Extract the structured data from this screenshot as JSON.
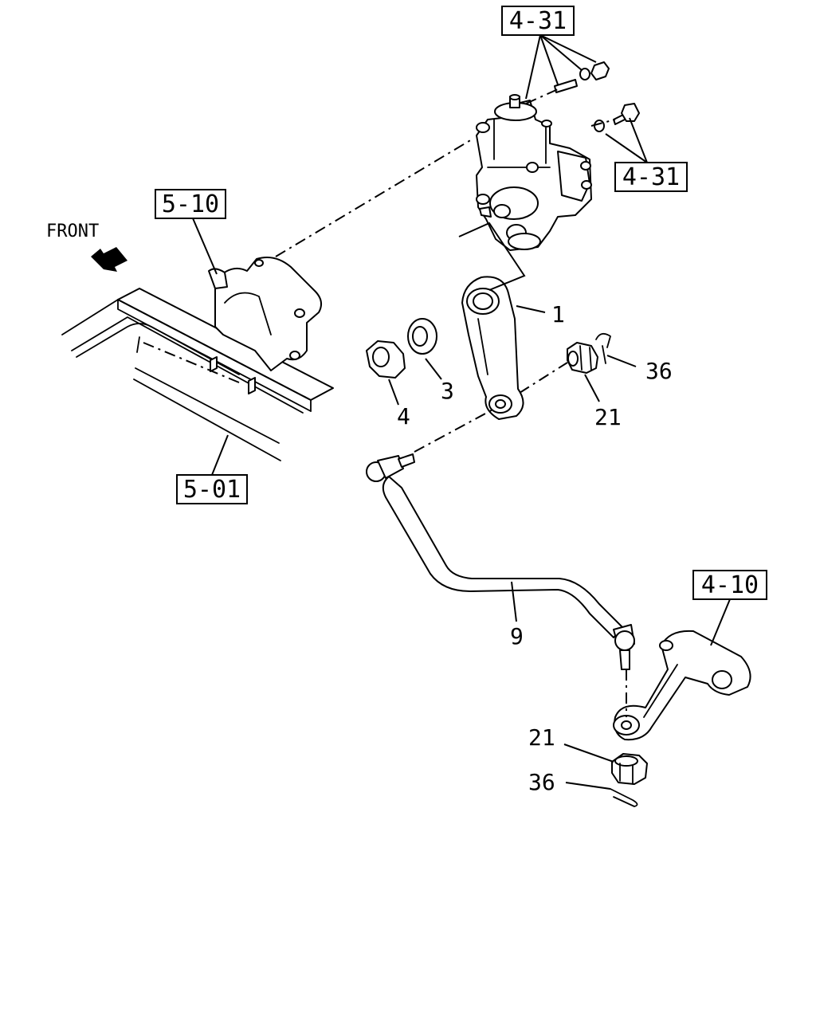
{
  "front_label": "FRONT",
  "references": {
    "gearbox_mount_top": "4-31",
    "gearbox_mount_side": "4-31",
    "bracket": "5-10",
    "frame": "5-01",
    "idler_arm": "4-10"
  },
  "parts": {
    "pitman_arm": "1",
    "lock_washer": "3",
    "nut": "4",
    "drag_link": "9",
    "castle_nut_upper": "21",
    "castle_nut_lower": "21",
    "cotter_pin_upper": "36",
    "cotter_pin_lower": "36"
  }
}
